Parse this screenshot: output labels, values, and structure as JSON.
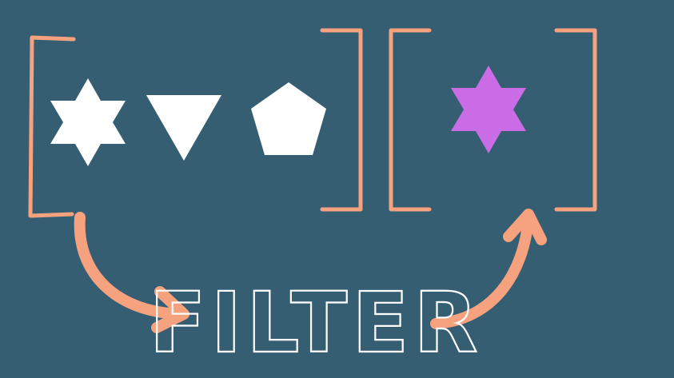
{
  "diagram": {
    "label": "FILTER",
    "colors": {
      "background": "#365e73",
      "bracket": "#f7a27f",
      "arrow": "#f7a27f",
      "input_shape": "#ffffff",
      "output_shape": "#c96ce6",
      "label_outline": "#ffffff"
    },
    "input_list": {
      "items": [
        "star-6",
        "triangle-down",
        "pentagon"
      ]
    },
    "output_list": {
      "items": [
        "star-6"
      ]
    }
  }
}
